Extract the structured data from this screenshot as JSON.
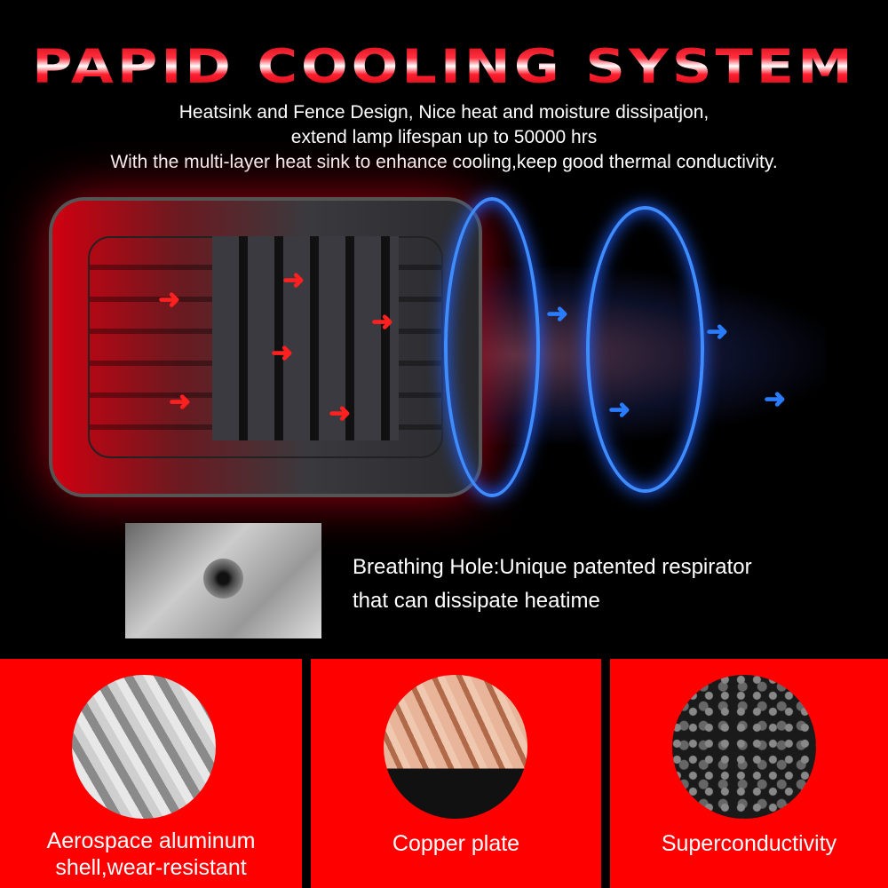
{
  "header": {
    "title": "PAPID COOLING SYSTEM",
    "lines": [
      "Heatsink and Fence Design, Nice heat and moisture dissipatjon,",
      "extend lamp lifespan up to 50000 hrs",
      "With the multi-layer heat sink to enhance cooling,keep good thermal conductivity."
    ]
  },
  "breathing_hole": {
    "line1": "Breathing Hole:Unique patented respirator",
    "line2": "that can dissipate heatime"
  },
  "features": [
    {
      "line1": "Aerospace aluminum",
      "line2": "shell,wear-resistant"
    },
    {
      "line1": "Copper plate",
      "line2": ""
    },
    {
      "line1": "Superconductivity",
      "line2": ""
    }
  ],
  "colors": {
    "red": "#ff0000",
    "blue": "#3f8cff",
    "arrow_red": "#ff2020",
    "arrow_blue": "#2a7cff"
  }
}
